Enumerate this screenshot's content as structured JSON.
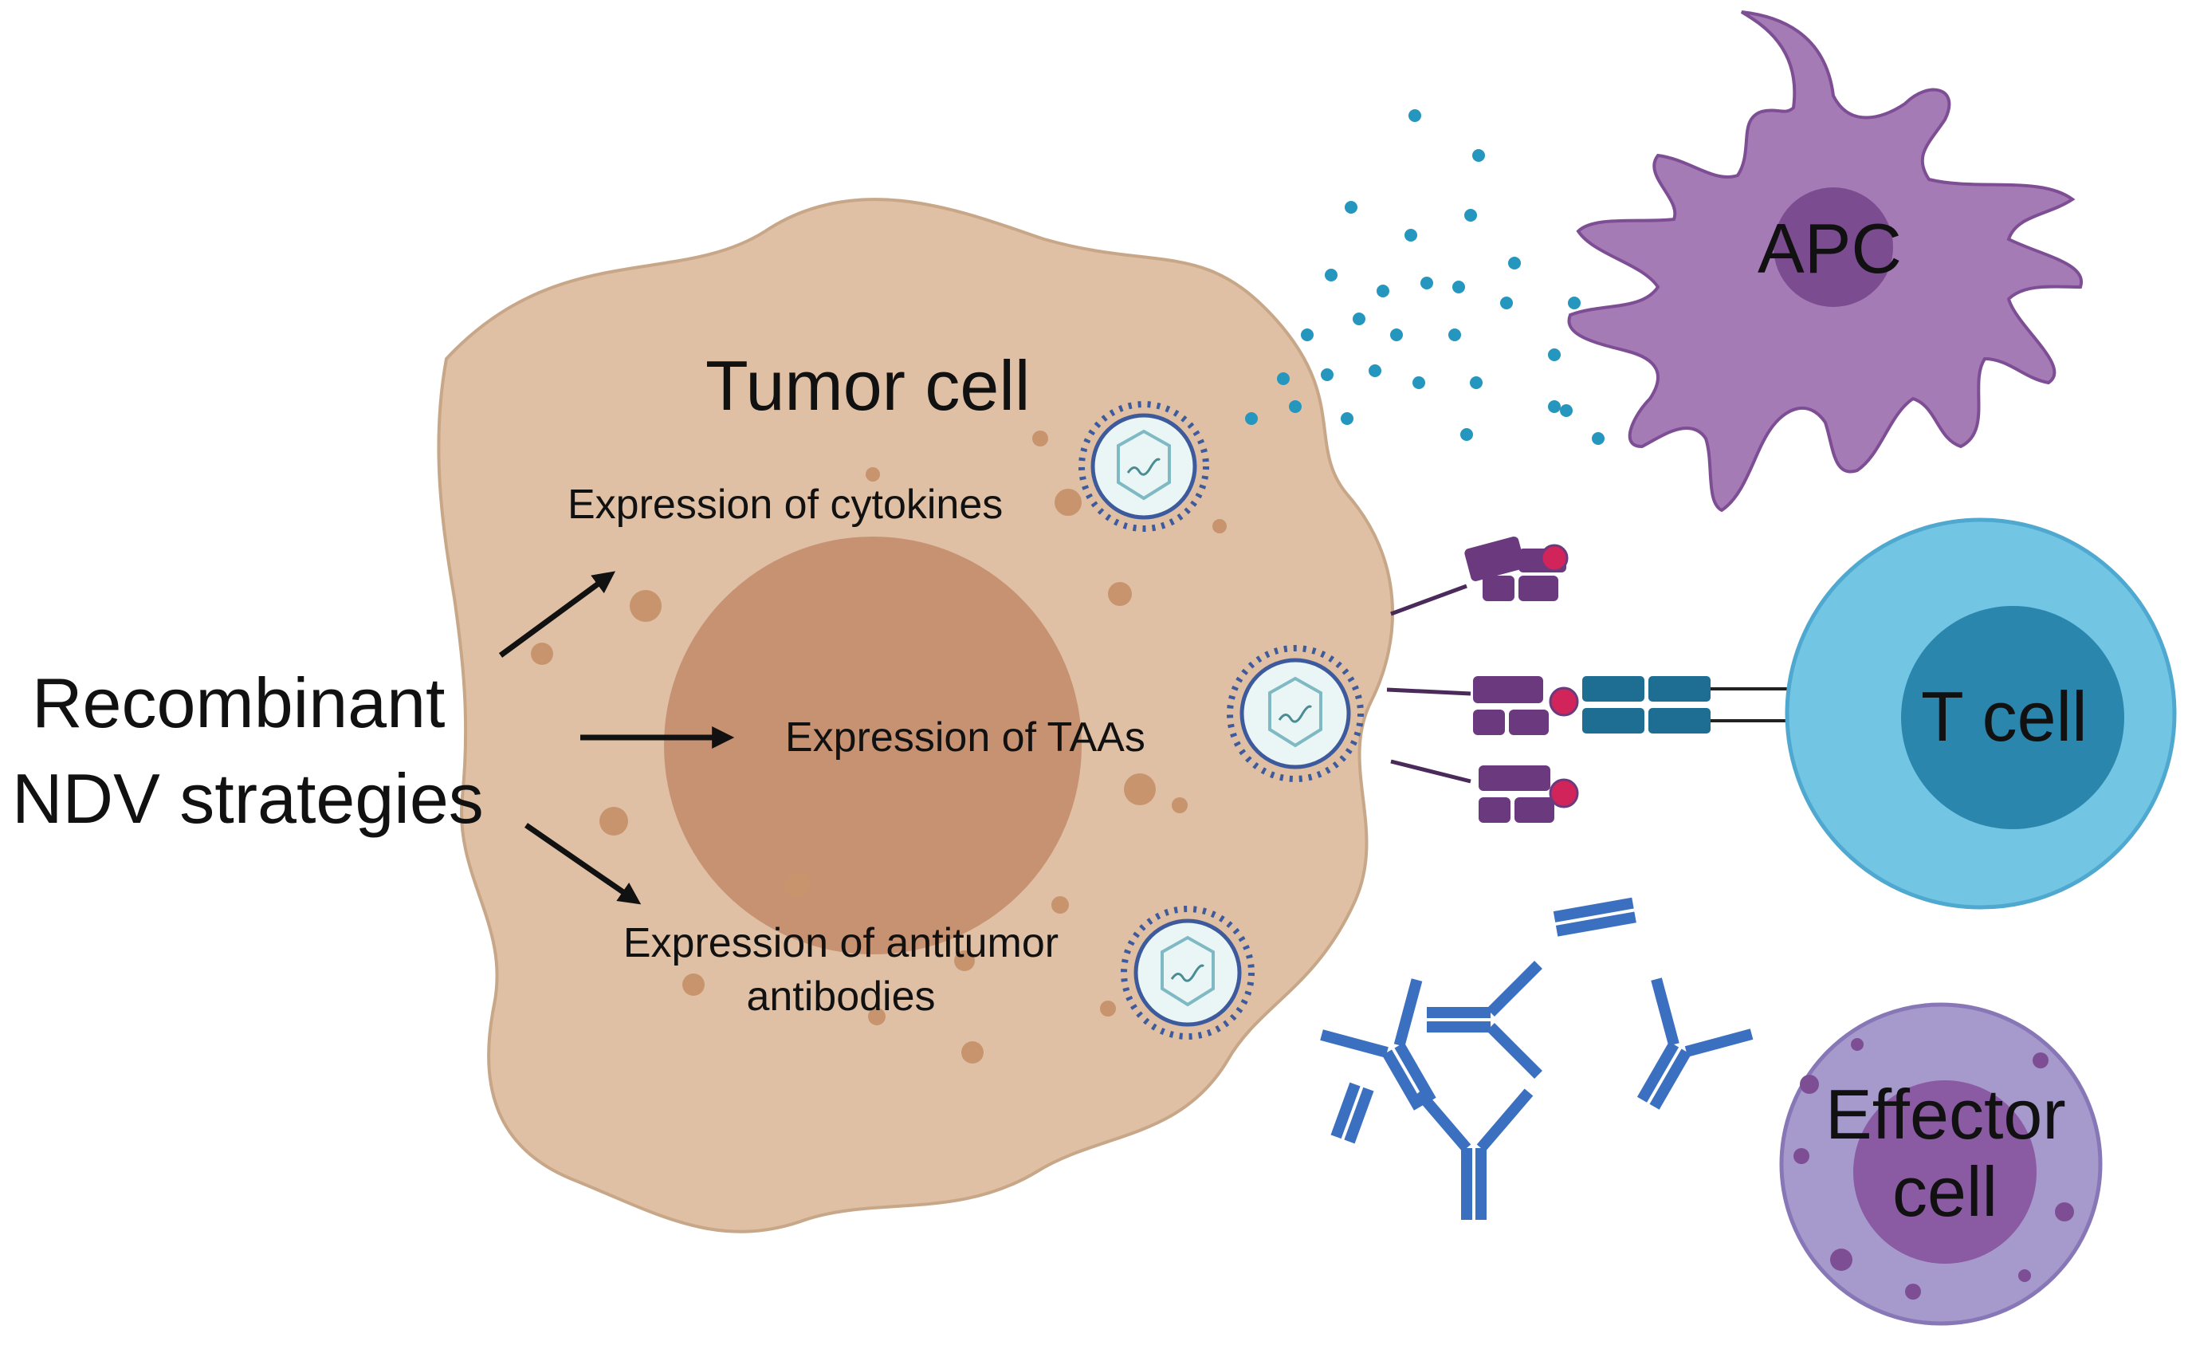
{
  "strategy_label": {
    "line1": "Recombinant",
    "line2": "NDV strategies"
  },
  "tumor_cell_label": "Tumor cell",
  "expressions": {
    "cytokines": "Expression of cytokines",
    "taas": "Expression of TAAs",
    "antibodies_line1": "Expression of antitumor",
    "antibodies_line2": "antibodies"
  },
  "cells": {
    "apc": "APC",
    "t_cell": "T cell",
    "effector_line1": "Effector",
    "effector_line2": "cell"
  },
  "colors": {
    "tumor_body": "#dfc0a4",
    "tumor_nucleus": "#c69272",
    "tumor_granule": "#c8946e",
    "virus_ring": "#3d5a9c",
    "virus_core": "#eaf6f6",
    "cytokine_dots": "#2596be",
    "apc_body": "#a57bb6",
    "apc_nucleus": "#7b4c8f",
    "mhc": "#6b3a7e",
    "antigen": "#d0245a",
    "tcr": "#1e6e93",
    "t_cell_body": "#72c6e4",
    "t_cell_nucleus": "#2b86ae",
    "antibody": "#3b6fc0",
    "effector_body": "#a699cc",
    "effector_nucleus": "#8a5aa2",
    "arrow": "#111111"
  }
}
